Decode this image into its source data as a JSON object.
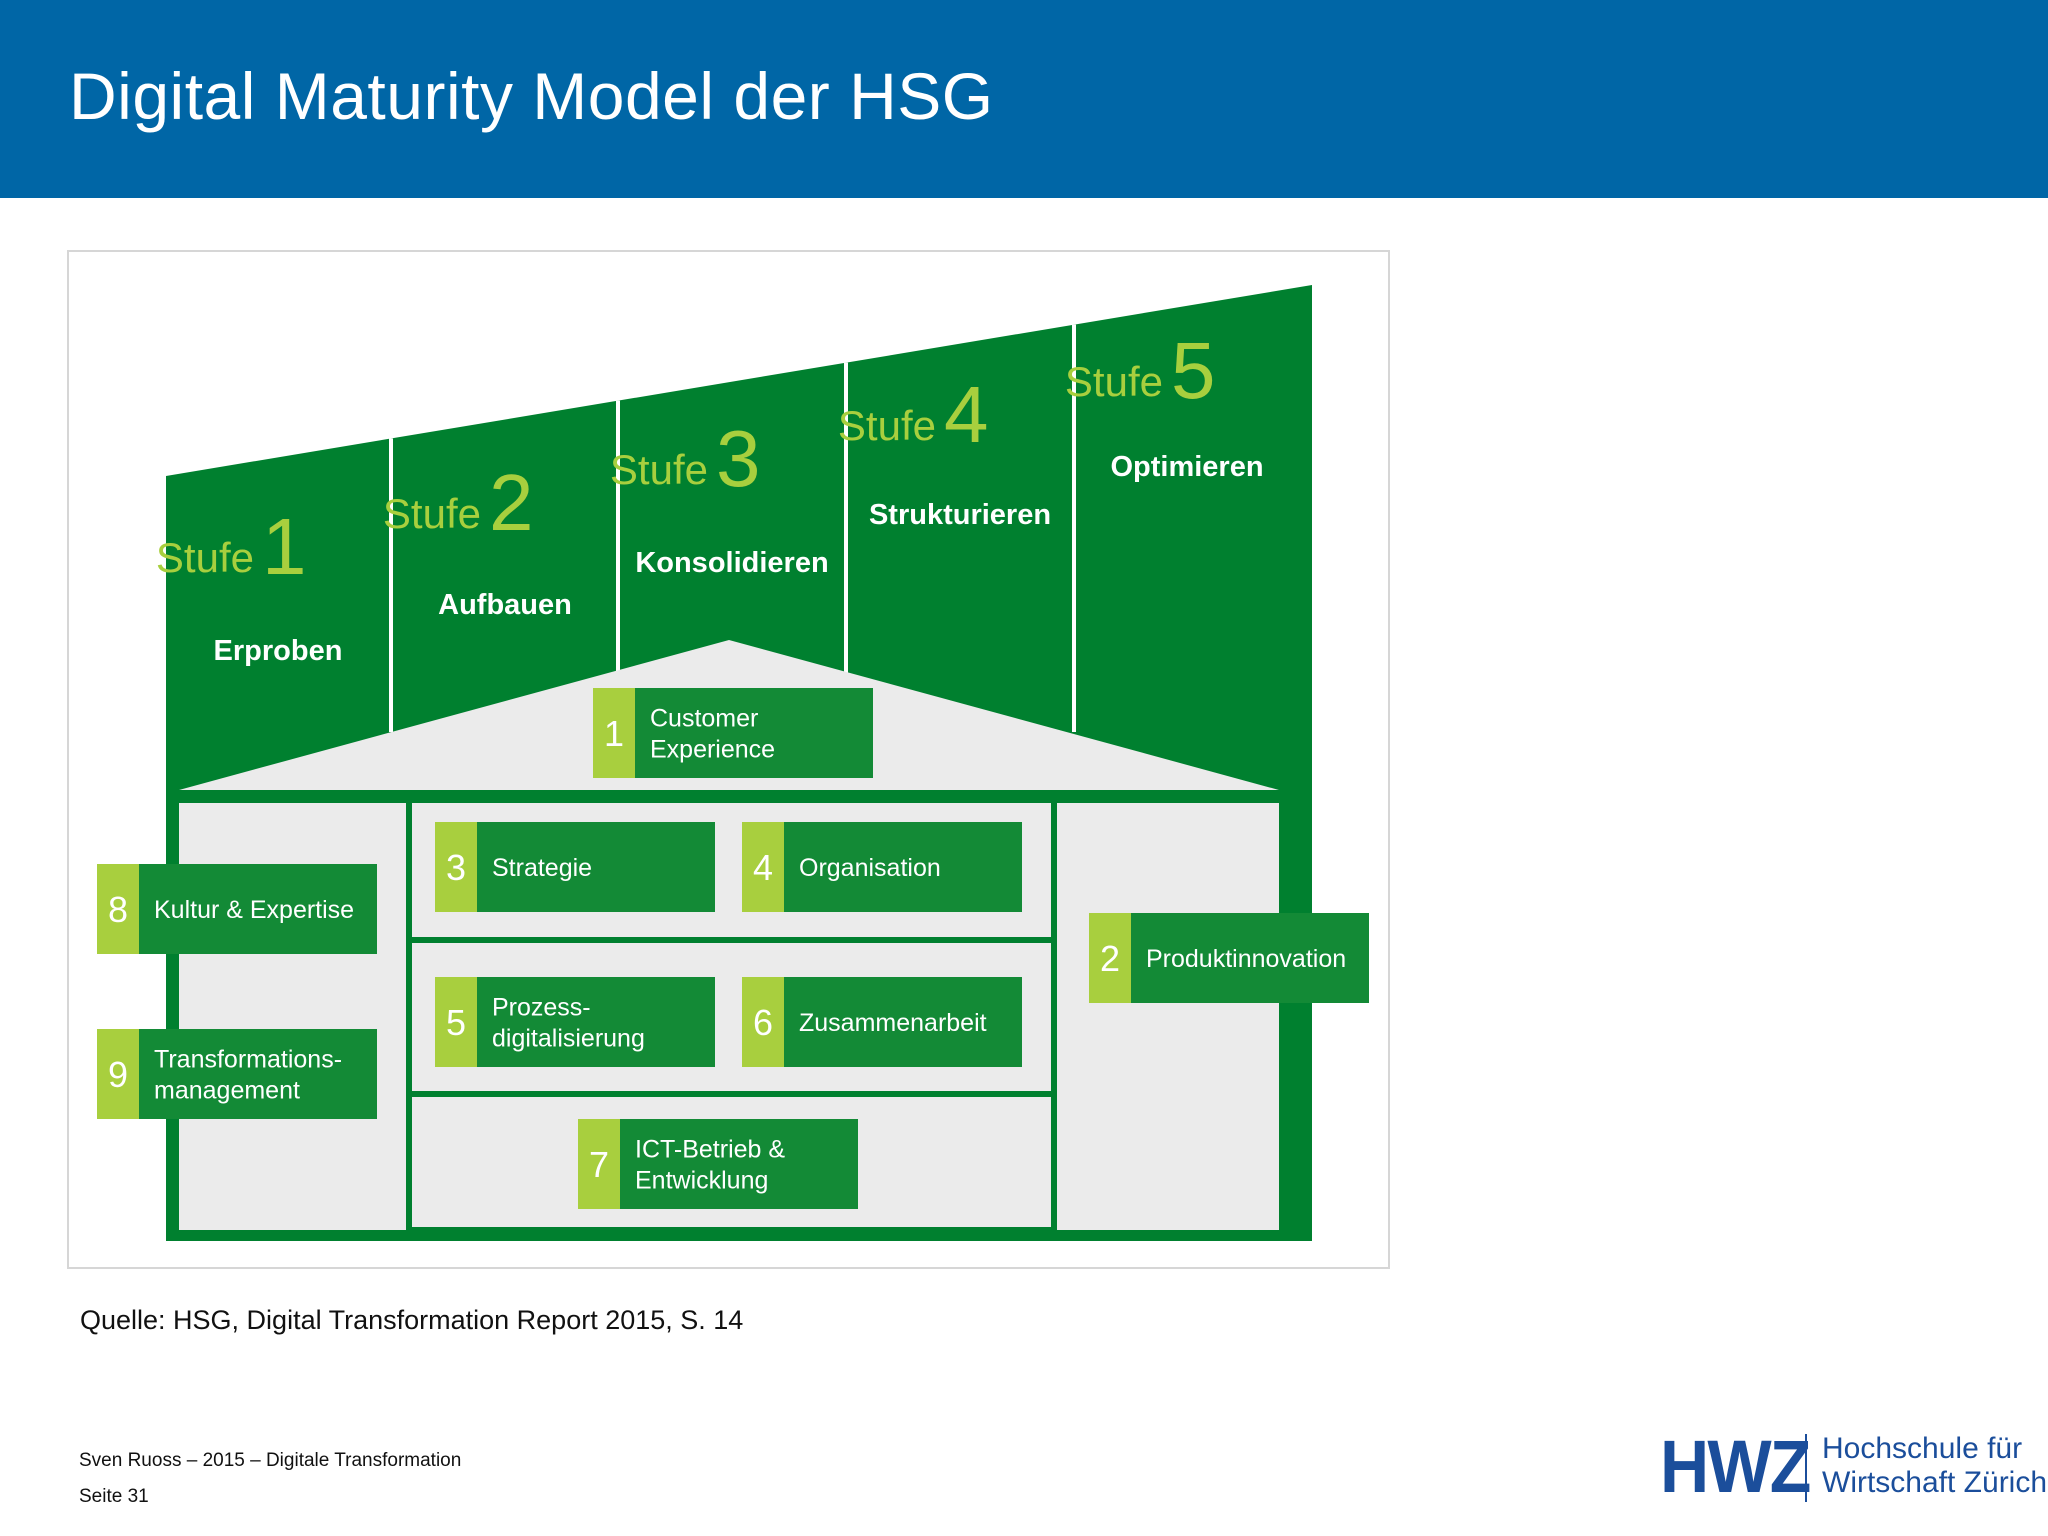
{
  "header": {
    "title": "Digital Maturity Model der HSG"
  },
  "colors": {
    "header_blue": "#0066a6",
    "stage_green": "#00802f",
    "field_green": "#138a36",
    "number_lime": "#a8cf3e",
    "house_gray": "#ebebeb",
    "logo_blue": "#1b4e9b"
  },
  "diagram": {
    "stages": [
      {
        "word": "Stufe",
        "number": "1",
        "name": "Erproben"
      },
      {
        "word": "Stufe",
        "number": "2",
        "name": "Aufbauen"
      },
      {
        "word": "Stufe",
        "number": "3",
        "name": "Konsolidieren"
      },
      {
        "word": "Stufe",
        "number": "4",
        "name": "Strukturieren"
      },
      {
        "word": "Stufe",
        "number": "5",
        "name": "Optimieren"
      }
    ],
    "fields": [
      {
        "number": "1",
        "lines": [
          "Customer",
          "Experience"
        ]
      },
      {
        "number": "3",
        "lines": [
          "Strategie"
        ]
      },
      {
        "number": "4",
        "lines": [
          "Organisation"
        ]
      },
      {
        "number": "8",
        "lines": [
          "Kultur & Expertise"
        ]
      },
      {
        "number": "2",
        "lines": [
          "Produktinnovation"
        ]
      },
      {
        "number": "5",
        "lines": [
          "Prozess-",
          "digitalisierung"
        ]
      },
      {
        "number": "6",
        "lines": [
          "Zusammenarbeit"
        ]
      },
      {
        "number": "9",
        "lines": [
          "Transformations-",
          "management"
        ]
      },
      {
        "number": "7",
        "lines": [
          "ICT-Betrieb &",
          "Entwicklung"
        ]
      }
    ]
  },
  "source": "Quelle: HSG, Digital Transformation Report 2015, S. 14",
  "footer": {
    "author_line": "Sven Ruoss – 2015 – Digitale Transformation",
    "page_label": "Seite 31"
  },
  "logo": {
    "mark": "HWZ",
    "line1": "Hochschule für",
    "line2": "Wirtschaft Zürich"
  }
}
